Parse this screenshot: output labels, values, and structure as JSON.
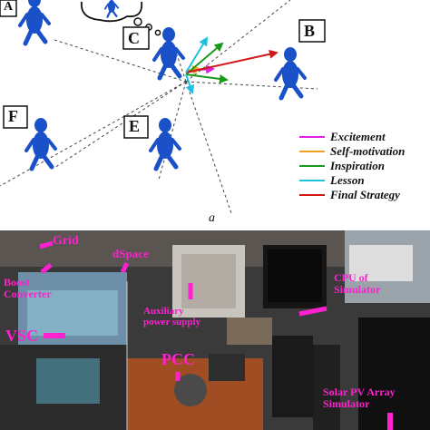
{
  "agents": [
    "A",
    "B",
    "C",
    "E",
    "F"
  ],
  "legend": [
    {
      "label": "Excitement",
      "color": "#e020e0"
    },
    {
      "label": "Self-motivation",
      "color": "#f0a020"
    },
    {
      "label": "Inspiration",
      "color": "#1a9a1a"
    },
    {
      "label": "Lesson",
      "color": "#20c0e0"
    },
    {
      "label": "Final Strategy",
      "color": "#d01818"
    }
  ],
  "subfigure_label": "a",
  "photo_labels": {
    "grid": "Grid",
    "dspace": "dSpace",
    "boost": "Boost\nConverter",
    "cpu": "CPU of\nSimulator",
    "vsc": "VSC",
    "aux": "Auxiliary\npower supply",
    "pcc": "PCC",
    "pv": "Solar PV Array\nSimulator"
  },
  "colors": {
    "figure_blue": "#1a50c8",
    "annotation_magenta": "#ff20d0"
  }
}
